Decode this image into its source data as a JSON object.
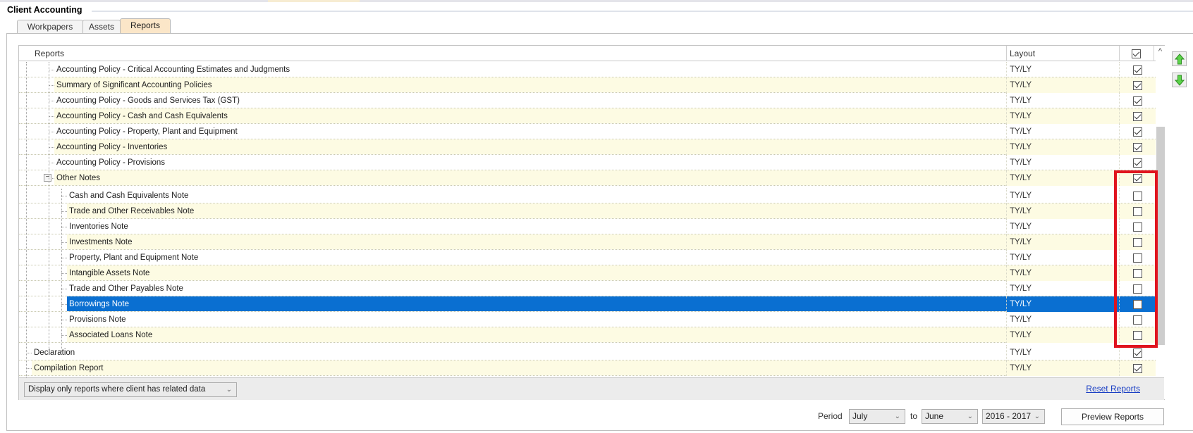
{
  "window": {
    "title": "Client Accounting"
  },
  "tabs": [
    {
      "label": "Workpapers",
      "active": false
    },
    {
      "label": "Assets",
      "active": false
    },
    {
      "label": "Reports",
      "active": true
    }
  ],
  "grid": {
    "columns": {
      "reports": "Reports",
      "layout": "Layout",
      "include_all_checked": true
    },
    "rows": [
      {
        "label": "Accounting Policy - Critical Accounting Estimates and Judgments",
        "layout": "TY/LY",
        "checked": true,
        "level": 2
      },
      {
        "label": "Summary of Significant Accounting Policies",
        "layout": "TY/LY",
        "checked": true,
        "level": 2
      },
      {
        "label": "Accounting Policy - Goods and Services Tax (GST)",
        "layout": "TY/LY",
        "checked": true,
        "level": 2
      },
      {
        "label": "Accounting Policy - Cash and Cash Equivalents",
        "layout": "TY/LY",
        "checked": true,
        "level": 2
      },
      {
        "label": "Accounting Policy - Property, Plant and Equipment",
        "layout": "TY/LY",
        "checked": true,
        "level": 2
      },
      {
        "label": "Accounting Policy - Inventories",
        "layout": "TY/LY",
        "checked": true,
        "level": 2
      },
      {
        "label": "Accounting Policy - Provisions",
        "layout": "TY/LY",
        "checked": true,
        "level": 2
      },
      {
        "label": "Other Notes",
        "layout": "TY/LY",
        "checked": true,
        "level": 2,
        "expandable": true,
        "expanded": true
      },
      {
        "label": "Cash and Cash Equivalents Note",
        "layout": "TY/LY",
        "checked": false,
        "level": 3
      },
      {
        "label": "Trade and Other Receivables Note",
        "layout": "TY/LY",
        "checked": false,
        "level": 3
      },
      {
        "label": "Inventories Note",
        "layout": "TY/LY",
        "checked": false,
        "level": 3
      },
      {
        "label": "Investments Note",
        "layout": "TY/LY",
        "checked": false,
        "level": 3
      },
      {
        "label": "Property, Plant and Equipment Note",
        "layout": "TY/LY",
        "checked": false,
        "level": 3
      },
      {
        "label": "Intangible Assets Note",
        "layout": "TY/LY",
        "checked": false,
        "level": 3
      },
      {
        "label": "Trade and Other Payables Note",
        "layout": "TY/LY",
        "checked": false,
        "level": 3
      },
      {
        "label": "Borrowings Note",
        "layout": "TY/LY",
        "checked": false,
        "level": 3,
        "selected": true
      },
      {
        "label": "Provisions Note",
        "layout": "TY/LY",
        "checked": false,
        "level": 3
      },
      {
        "label": "Associated Loans Note",
        "layout": "TY/LY",
        "checked": false,
        "level": 3
      },
      {
        "label": "Declaration",
        "layout": "TY/LY",
        "checked": true,
        "level": 1
      },
      {
        "label": "Compilation Report",
        "layout": "TY/LY",
        "checked": true,
        "level": 1
      }
    ],
    "filter": {
      "selected": "Display only reports where client has related data"
    },
    "reset_label": "Reset Reports"
  },
  "side_buttons": {
    "move_up": "move-up",
    "move_down": "move-down"
  },
  "period": {
    "label": "Period",
    "from": "July",
    "to_label": "to",
    "to": "June",
    "year": "2016 - 2017"
  },
  "preview_label": "Preview Reports",
  "colors": {
    "selected_row": "#0a6fd1",
    "alt_row": "#fdfbe3",
    "active_tab": "#fbe6c8",
    "highlight_box": "#e0141e",
    "link": "#1a3fc4"
  }
}
